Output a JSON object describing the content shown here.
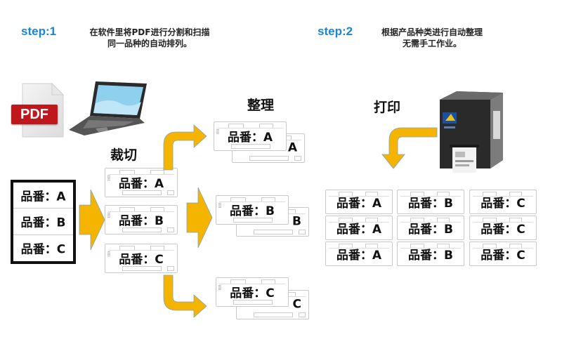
{
  "step1": {
    "label": "step:1",
    "desc_line1": "在软件里将PDF进行分割和扫描",
    "desc_line2": "同一品种的自动排列。"
  },
  "step2": {
    "label": "step:2",
    "desc_line1": "根据产品种类进行自动整理",
    "desc_line2": "无需手工作业。"
  },
  "pdf_icon": {
    "text": "PDF"
  },
  "sections": {
    "cut": "裁切",
    "sort": "整理",
    "print": "打印"
  },
  "colors": {
    "step_blue": "#1a86d0",
    "arrow_orange": "#f5b400",
    "pdf_red": "#c0171c"
  },
  "source_sheet": {
    "rows": [
      "品番：A",
      "品番：B",
      "品番：C"
    ]
  },
  "cut_labels": [
    "品番：A",
    "品番：B",
    "品番：C"
  ],
  "sorted_stacks": [
    {
      "front": "品番：A",
      "back": "A"
    },
    {
      "front": "品番：B",
      "back": "B"
    },
    {
      "front": "品番：C",
      "back": "C"
    }
  ],
  "printed_grid": {
    "columns": [
      [
        "品番：A",
        "品番：A",
        "品番：A"
      ],
      [
        "品番：B",
        "品番：B",
        "品番：B"
      ],
      [
        "品番：C",
        "品番：C",
        "品番：C"
      ]
    ]
  }
}
